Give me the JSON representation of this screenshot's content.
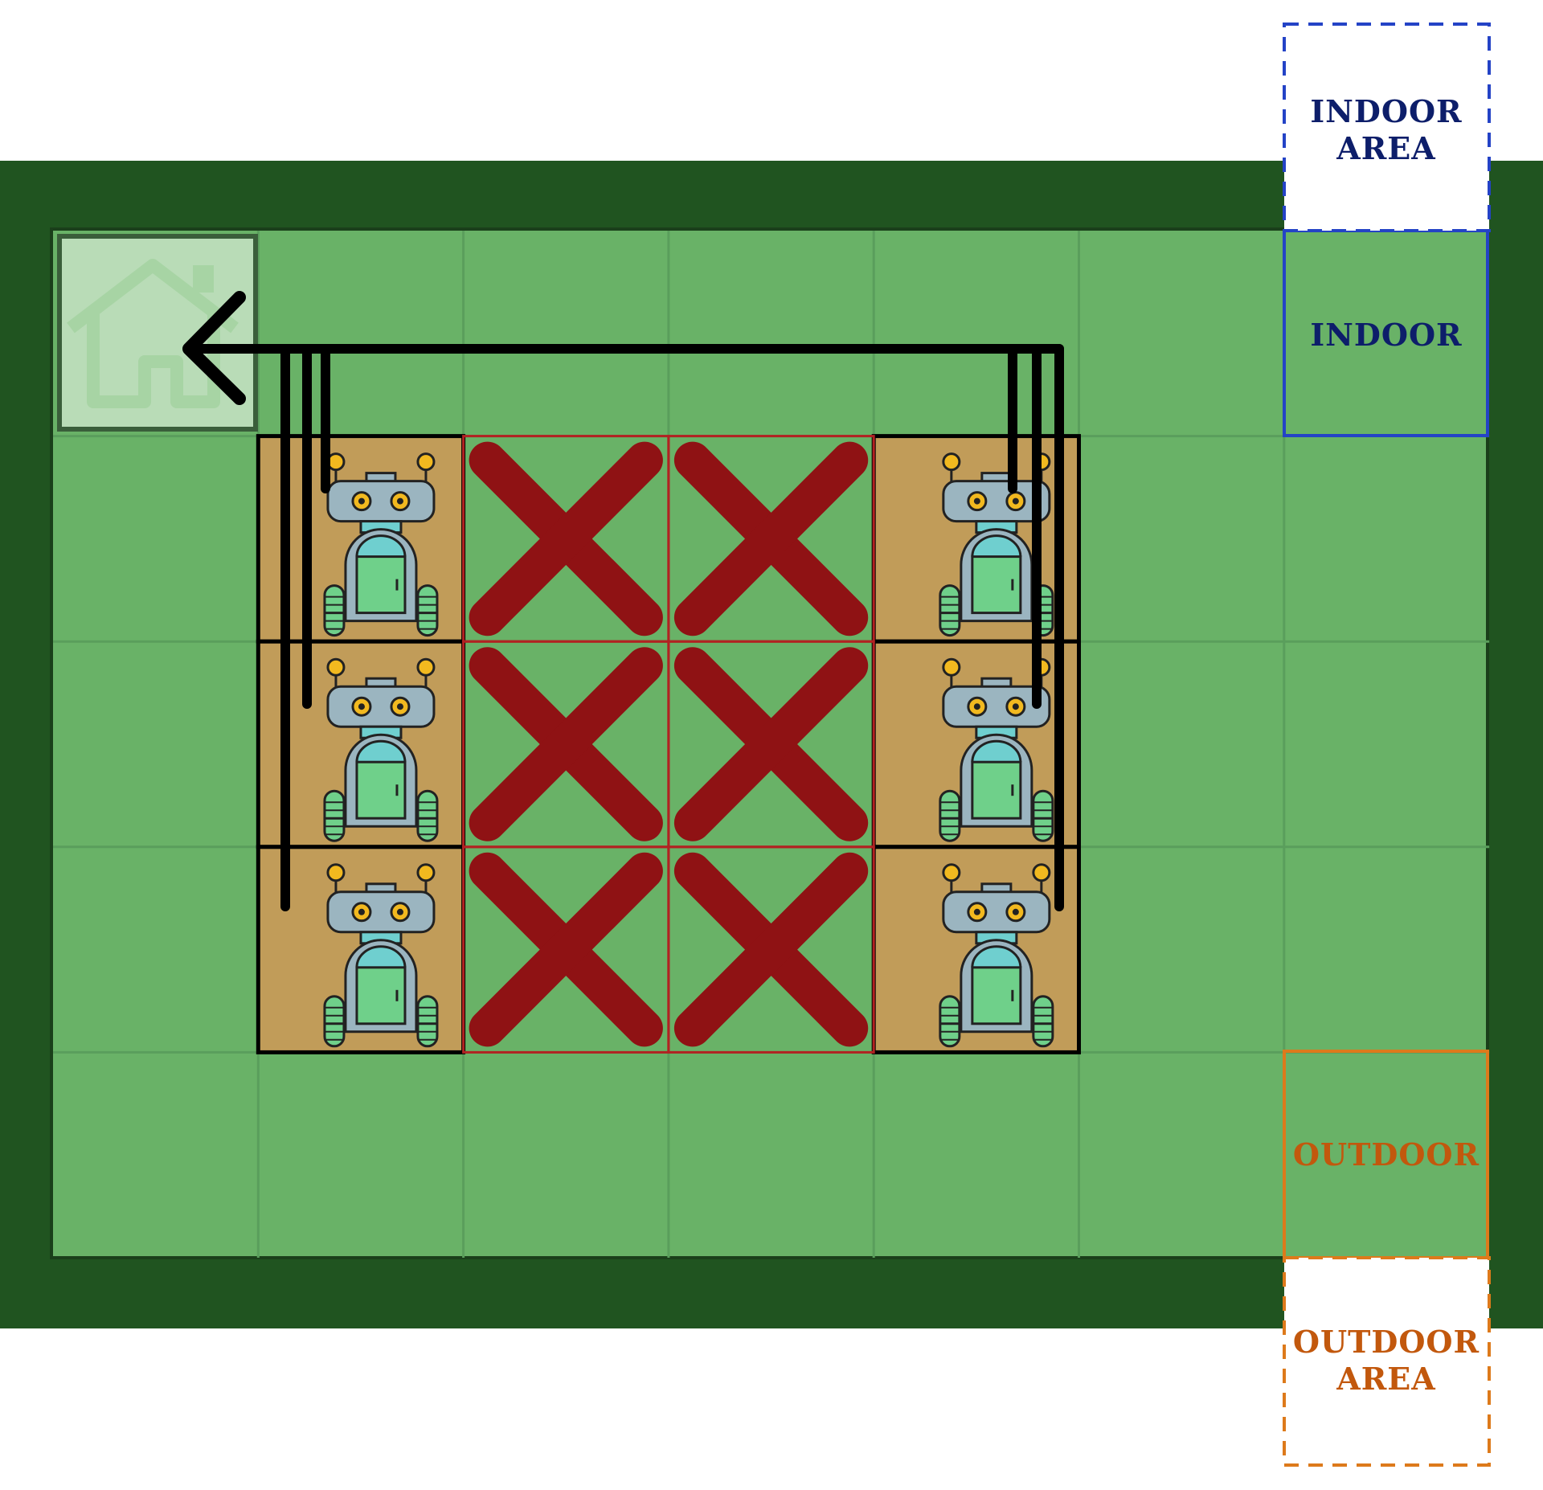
{
  "legend": {
    "indoor_area_line1": "INDOOR",
    "indoor_area_line2": "AREA",
    "indoor": "INDOOR",
    "outdoor": "OUTDOOR",
    "outdoor_area_line1": "OUTDOOR",
    "outdoor_area_line2": "AREA"
  },
  "colors": {
    "wall": "#205420",
    "floor": "#69b267",
    "grid_line": "#5a9e5c",
    "home_tile": "#b9dcb7",
    "home_icon": "#a7d4a4",
    "robot_tile": "#c19c59",
    "x_mark": "#8f1214",
    "indoor_text": "#0d1e6a",
    "indoor_border": "#2443c6",
    "outdoor_text": "#c2580d",
    "outdoor_border": "#dd7a1b",
    "path": "#000000"
  },
  "grid": {
    "cols": 7,
    "rows": 5
  },
  "home": {
    "col": 0,
    "row": 0,
    "icon": "house-icon"
  },
  "indoor_cell": {
    "col": 6,
    "row": 0
  },
  "outdoor_cell": {
    "col": 6,
    "row": 4
  },
  "robots": [
    {
      "col": 1,
      "row": 1,
      "icon": "robot-icon"
    },
    {
      "col": 1,
      "row": 2,
      "icon": "robot-icon"
    },
    {
      "col": 1,
      "row": 3,
      "icon": "robot-icon"
    },
    {
      "col": 4,
      "row": 1,
      "icon": "robot-icon"
    },
    {
      "col": 4,
      "row": 2,
      "icon": "robot-icon"
    },
    {
      "col": 4,
      "row": 3,
      "icon": "robot-icon"
    }
  ],
  "blocked": [
    {
      "col": 2,
      "row": 1
    },
    {
      "col": 3,
      "row": 1
    },
    {
      "col": 2,
      "row": 2
    },
    {
      "col": 3,
      "row": 2
    },
    {
      "col": 2,
      "row": 3
    },
    {
      "col": 3,
      "row": 3
    }
  ],
  "path_arrow": {
    "direction": "left",
    "target": "home",
    "icon": "arrow-left-icon"
  }
}
